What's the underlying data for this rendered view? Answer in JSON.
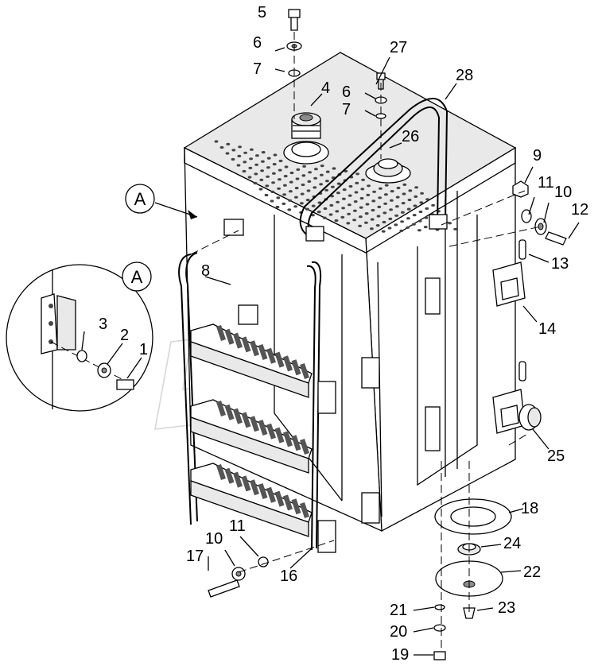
{
  "callouts": {
    "c1": "1",
    "c2": "2",
    "c3": "3",
    "c4": "4",
    "c5": "5",
    "c6a": "6",
    "c6b": "6",
    "c7a": "7",
    "c7b": "7",
    "c8": "8",
    "c9": "9",
    "c10a": "10",
    "c10b": "10",
    "c11a": "11",
    "c11b": "11",
    "c12": "12",
    "c13": "13",
    "c14": "14",
    "c16": "16",
    "c17": "17",
    "c18": "18",
    "c19": "19",
    "c20": "20",
    "c21": "21",
    "c22": "22",
    "c23": "23",
    "c24": "24",
    "c25": "25",
    "c26": "26",
    "c27": "27",
    "c28": "28"
  },
  "detail_markers": {
    "main": "A",
    "inset": "A"
  }
}
